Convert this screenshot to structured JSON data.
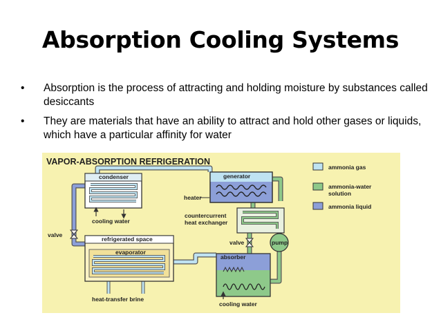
{
  "slide": {
    "title": "Absorption Cooling Systems",
    "bullet_glyph": "•",
    "bullets": [
      "Absorption is the process of attracting and holding moisture by substances called desiccants",
      "They are materials that have an ability to attract and hold other gases or liquids, which have a particular affinity for water"
    ]
  },
  "diagram": {
    "title": "VAPOR-ABSORPTION REFRIGERATION",
    "labels": {
      "condenser": "condenser",
      "cooling_water_top": "cooling water",
      "generator": "generator",
      "heater": "heater",
      "hx_line1": "countercurrent",
      "hx_line2": "heat exchanger",
      "valve_left": "valve",
      "valve_right": "valve",
      "pump": "pump",
      "refrigerated_space": "refrigerated space",
      "evaporator": "evaporator",
      "absorber": "absorber",
      "heat_transfer_brine": "heat-transfer brine",
      "cooling_water_bottom": "cooling water"
    },
    "legend": [
      {
        "line1": "ammonia gas",
        "line2": "",
        "color": "#bfe3f2"
      },
      {
        "line1": "ammonia-water",
        "line2": "solution",
        "color": "#8ec98a"
      },
      {
        "line1": "ammonia liquid",
        "line2": "",
        "color": "#8c9fd8"
      }
    ],
    "colors": {
      "background": "#f7f2b0",
      "gas": "#bfe3f2",
      "solution": "#8ec98a",
      "liquid": "#8c9fd8",
      "refrigerated": "#fbf3c4"
    }
  }
}
